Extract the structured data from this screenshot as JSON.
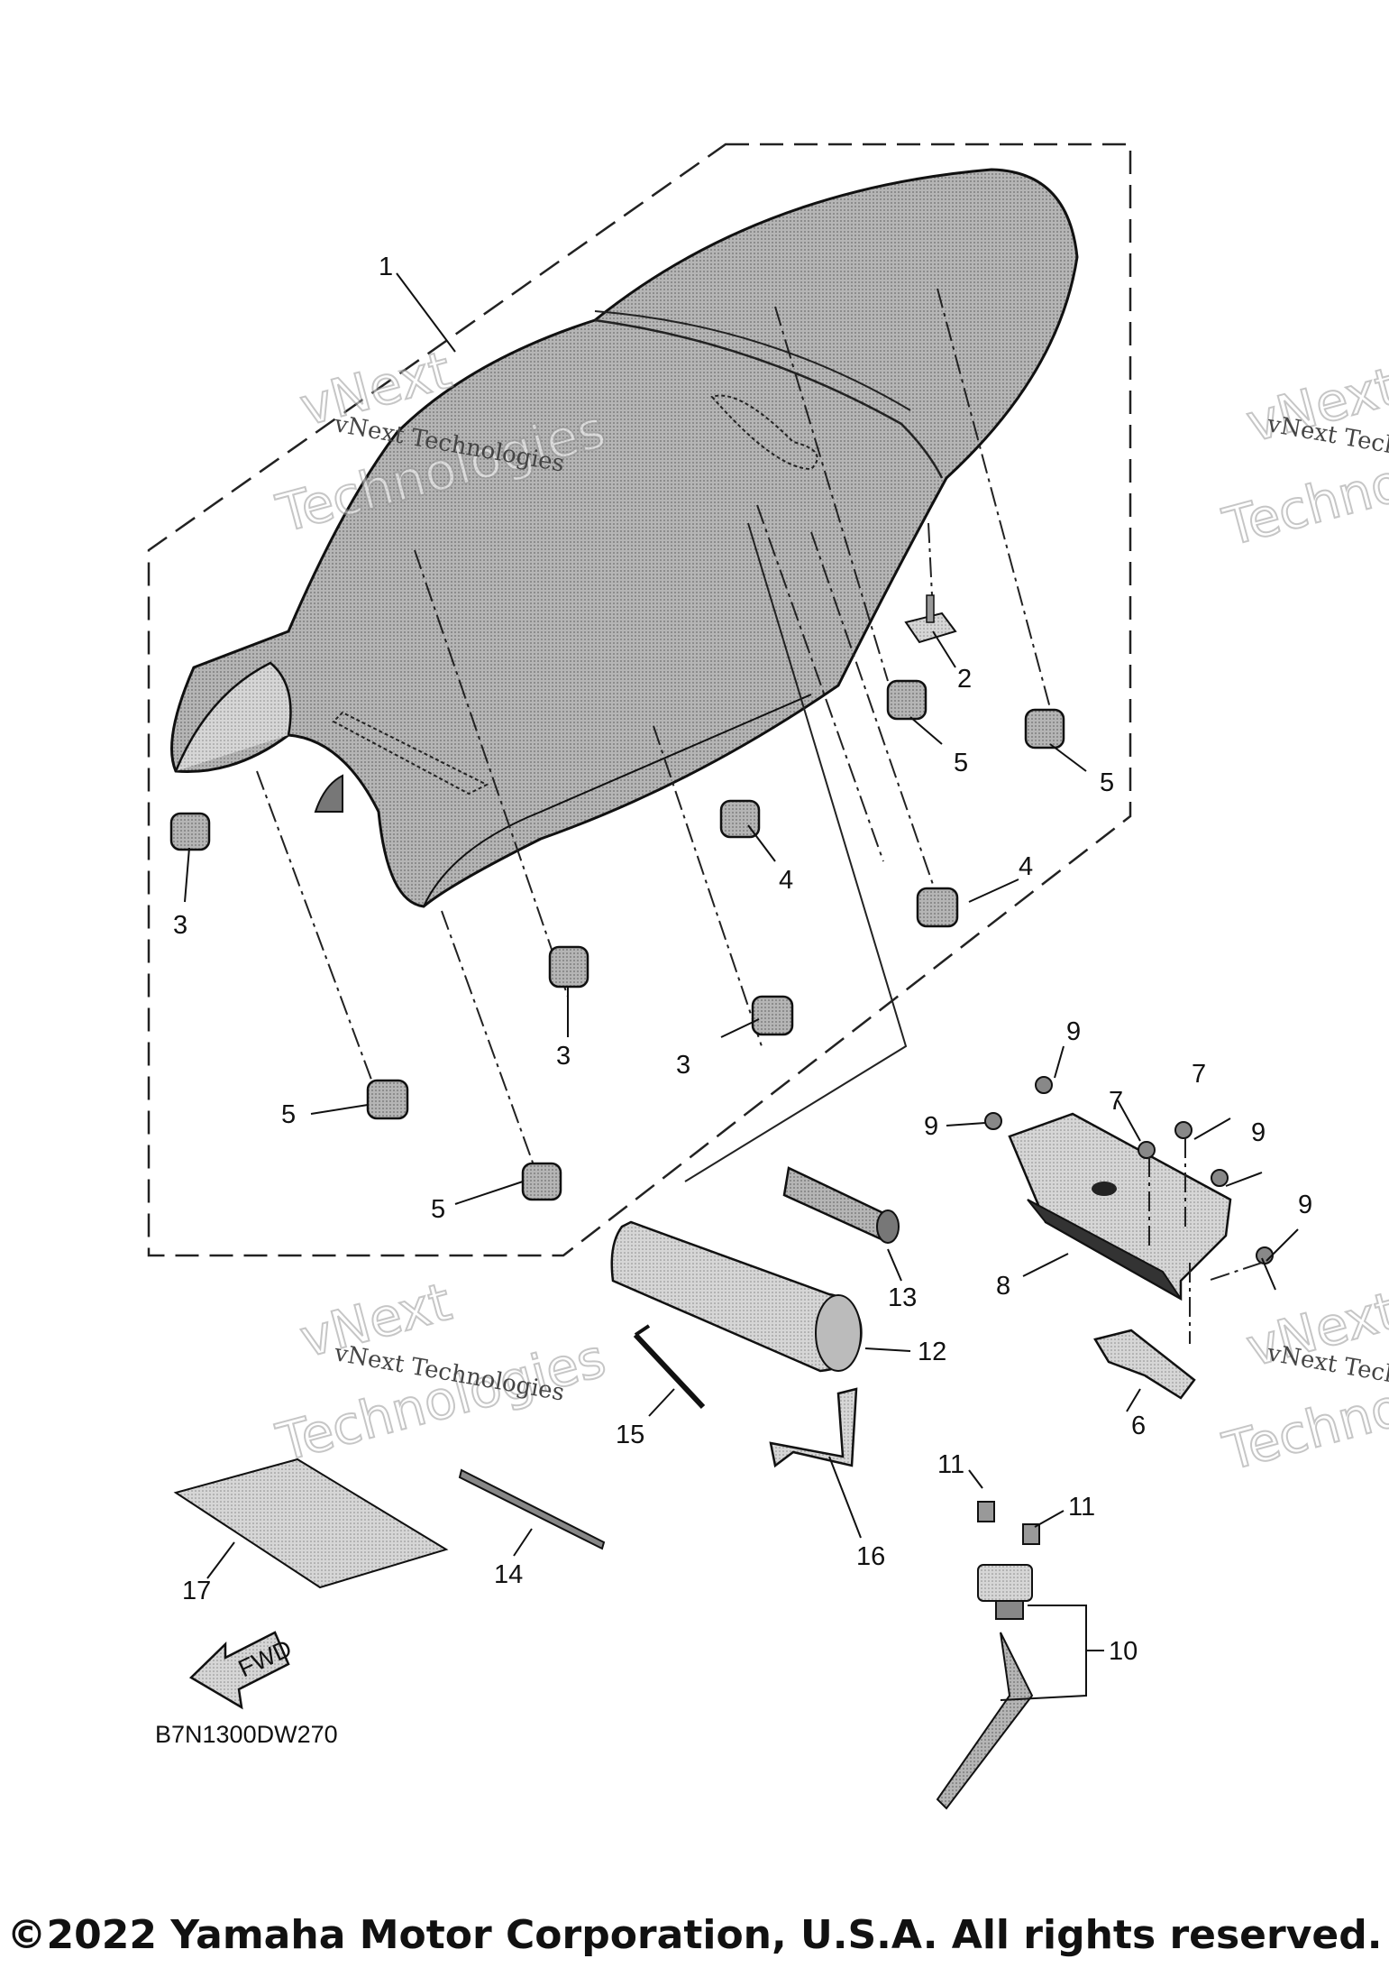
{
  "callouts": [
    "1",
    "2",
    "3",
    "4",
    "5",
    "6",
    "7",
    "8",
    "9",
    "10",
    "11",
    "12",
    "13",
    "14",
    "15",
    "16",
    "17"
  ],
  "diagram_code": "B7N1300DW270",
  "fwd_label": "FWD",
  "watermark": {
    "line1": "vNext Technologies",
    "line2a": "vNext",
    "line2b": "Technologies"
  },
  "copyright": "©2022 Yamaha Motor Corporation, U.S.A. All rights reserved."
}
